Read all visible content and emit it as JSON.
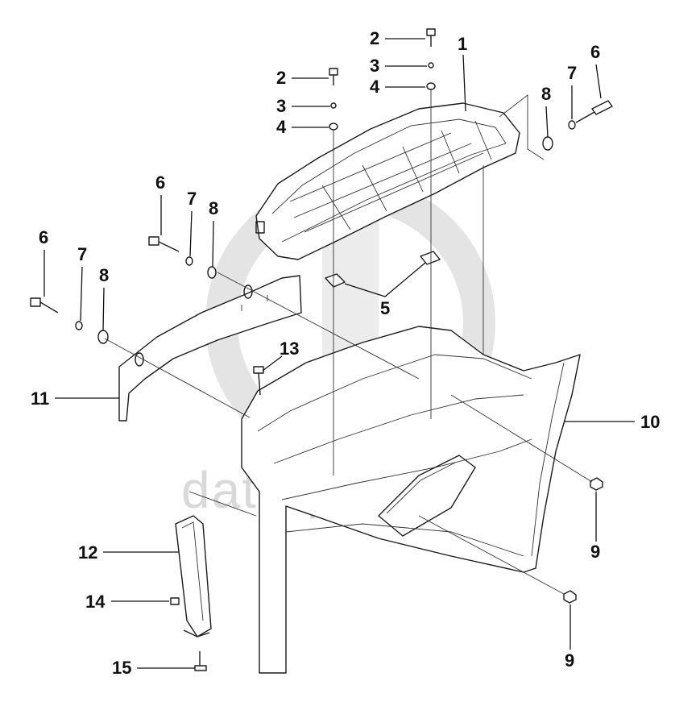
{
  "watermark": {
    "text": "data-parts",
    "color": "#d9d9d9"
  },
  "callouts": [
    {
      "id": "1",
      "label": "1"
    },
    {
      "id": "2a",
      "label": "2"
    },
    {
      "id": "2b",
      "label": "2"
    },
    {
      "id": "3a",
      "label": "3"
    },
    {
      "id": "3b",
      "label": "3"
    },
    {
      "id": "4a",
      "label": "4"
    },
    {
      "id": "4b",
      "label": "4"
    },
    {
      "id": "5",
      "label": "5"
    },
    {
      "id": "6a",
      "label": "6"
    },
    {
      "id": "6b",
      "label": "6"
    },
    {
      "id": "6c",
      "label": "6"
    },
    {
      "id": "7a",
      "label": "7"
    },
    {
      "id": "7b",
      "label": "7"
    },
    {
      "id": "7c",
      "label": "7"
    },
    {
      "id": "8a",
      "label": "8"
    },
    {
      "id": "8b",
      "label": "8"
    },
    {
      "id": "8c",
      "label": "8"
    },
    {
      "id": "9a",
      "label": "9"
    },
    {
      "id": "9b",
      "label": "9"
    },
    {
      "id": "10",
      "label": "10"
    },
    {
      "id": "11",
      "label": "11"
    },
    {
      "id": "12",
      "label": "12"
    },
    {
      "id": "13",
      "label": "13"
    },
    {
      "id": "14",
      "label": "14"
    },
    {
      "id": "15",
      "label": "15"
    }
  ],
  "colors": {
    "line": "#111111",
    "background": "#ffffff"
  }
}
